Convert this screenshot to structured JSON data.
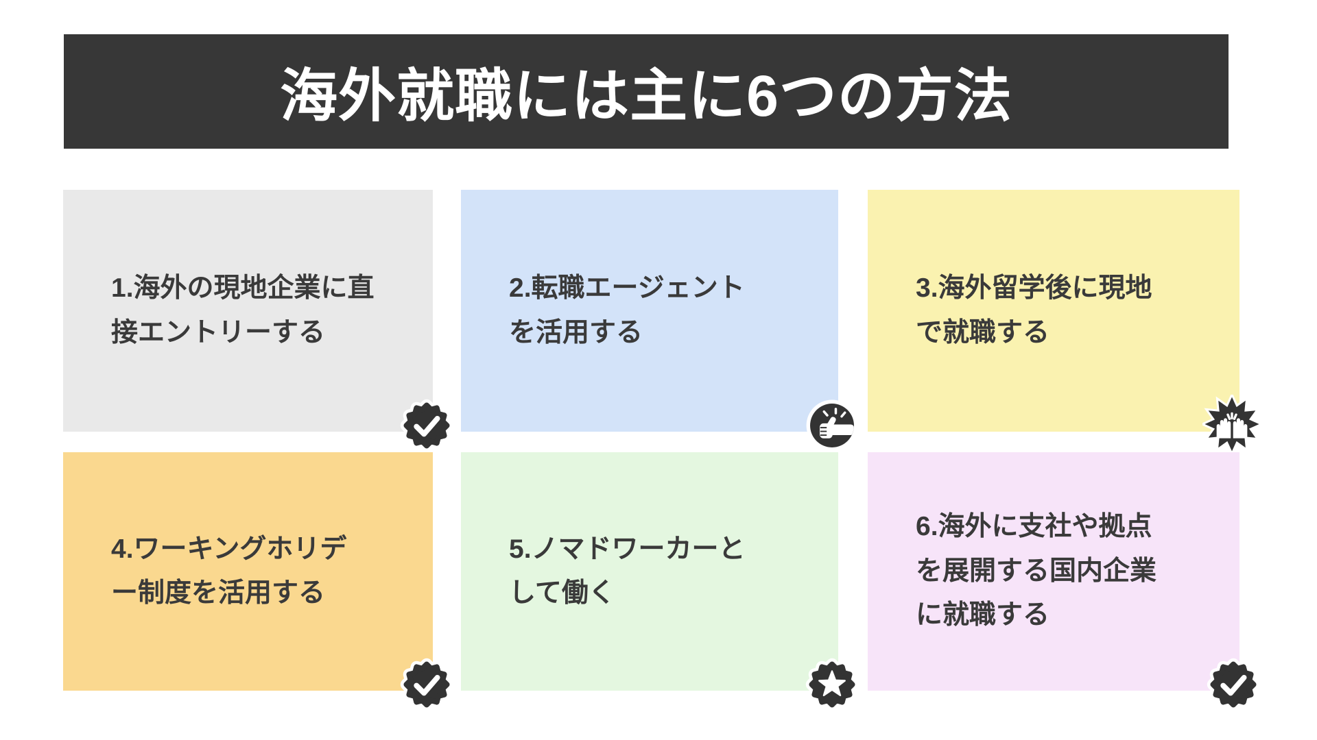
{
  "title": "海外就職には主に6つの方法",
  "colors": {
    "page_bg": "#ffffff",
    "banner_bg": "#373737",
    "banner_text": "#ffffff",
    "card_text": "#3a3a3a",
    "badge_dark": "#333333",
    "badge_glyph": "#ffffff"
  },
  "methods": [
    {
      "number": 1,
      "text": "1.海外の現地企業に直\n接エントリーする",
      "card_color": "#e9e9e9",
      "badge_icon": "check-seal"
    },
    {
      "number": 2,
      "text": "2.転職エージェント\nを活用する",
      "card_color": "#d3e3f9",
      "badge_icon": "thumbs-up-circle"
    },
    {
      "number": 3,
      "text": "3.海外留学後に現地\nで就職する",
      "card_color": "#faf2b0",
      "badge_icon": "celebration-hands-burst"
    },
    {
      "number": 4,
      "text": "4.ワーキングホリデ\nー制度を活用する",
      "card_color": "#fad88f",
      "badge_icon": "check-seal"
    },
    {
      "number": 5,
      "text": "5.ノマドワーカーと\nして働く",
      "card_color": "#e4f7e0",
      "badge_icon": "star-seal"
    },
    {
      "number": 6,
      "text": "6.海外に支社や拠点\nを展開する国内企業\nに就職する",
      "card_color": "#f7e4f9",
      "badge_icon": "check-seal"
    }
  ]
}
